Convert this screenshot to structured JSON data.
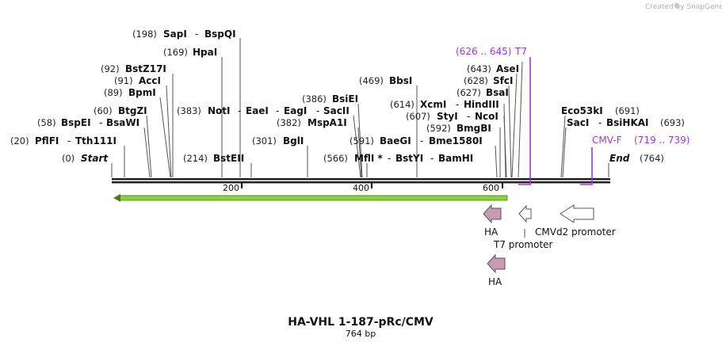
{
  "app": {
    "credit": "Created by SnapGene"
  },
  "plasmid": {
    "name": "HA-VHL 1-187-pRc/CMV",
    "length_label": "764 bp"
  },
  "ends": [
    {
      "pos": "(0)",
      "name": "Start"
    },
    {
      "pos": "(764)",
      "name": "End"
    }
  ],
  "ruler_ticks": [
    "200",
    "400",
    "600"
  ],
  "sites": [
    {
      "pos": "(198)",
      "enzymes": [
        "SapI",
        "BspQI"
      ]
    },
    {
      "pos": "(169)",
      "enzymes": [
        "HpaI"
      ]
    },
    {
      "pos": "(92)",
      "enzymes": [
        "BstZ17I"
      ]
    },
    {
      "pos": "(91)",
      "enzymes": [
        "AccI"
      ]
    },
    {
      "pos": "(89)",
      "enzymes": [
        "BpmI"
      ]
    },
    {
      "pos": "(60)",
      "enzymes": [
        "BtgZI"
      ]
    },
    {
      "pos": "(58)",
      "enzymes": [
        "BspEI",
        "BsaWI"
      ]
    },
    {
      "pos": "(20)",
      "enzymes": [
        "PflFI",
        "Tth111I"
      ]
    },
    {
      "pos": "(383)",
      "enzymes": [
        "NotI",
        "EaeI",
        "EagI",
        "SacII"
      ]
    },
    {
      "pos": "(386)",
      "enzymes": [
        "BsiEI"
      ]
    },
    {
      "pos": "(382)",
      "enzymes": [
        "MspA1I"
      ]
    },
    {
      "pos": "(301)",
      "enzymes": [
        "BglI"
      ]
    },
    {
      "pos": "(214)",
      "enzymes": [
        "BstEII"
      ]
    },
    {
      "pos": "(469)",
      "enzymes": [
        "BbsI"
      ]
    },
    {
      "pos": "(614)",
      "enzymes": [
        "XcmI",
        "HindIII"
      ]
    },
    {
      "pos": "(607)",
      "enzymes": [
        "StyI",
        "NcoI"
      ]
    },
    {
      "pos": "(591)",
      "enzymes": [
        "BaeGI",
        "Bme1580I"
      ]
    },
    {
      "pos": "(592)",
      "enzymes": [
        "BmgBI"
      ]
    },
    {
      "pos": "(566)",
      "enzymes": [
        "MflI *",
        "BstYI",
        "BamHI"
      ]
    },
    {
      "pos": "(643)",
      "enzymes": [
        "AseI"
      ]
    },
    {
      "pos": "(628)",
      "enzymes": [
        "SfcI"
      ]
    },
    {
      "pos": "(627)",
      "enzymes": [
        "BsaI"
      ]
    },
    {
      "pos": "(691)",
      "enzymes": [
        "Eco53kI"
      ],
      "pos_after": true
    },
    {
      "pos": "(693)",
      "enzymes": [
        "SacI",
        "BsiHKAI"
      ],
      "pos_after": true
    }
  ],
  "primers": [
    {
      "name": "T7",
      "range": "(626 .. 645)"
    },
    {
      "name": "CMV-F",
      "range": "(719 .. 739)"
    }
  ],
  "features": [
    {
      "name": "HA"
    },
    {
      "name": "T7 promoter"
    },
    {
      "name": "CMVd2 promoter"
    },
    {
      "name": "HA"
    }
  ],
  "colors": {
    "primer": "#a238d6",
    "orf_arrow": "#8ed13d",
    "tag": "#c99ab4",
    "promoter": "#ffffff",
    "backbone": "#222222"
  }
}
